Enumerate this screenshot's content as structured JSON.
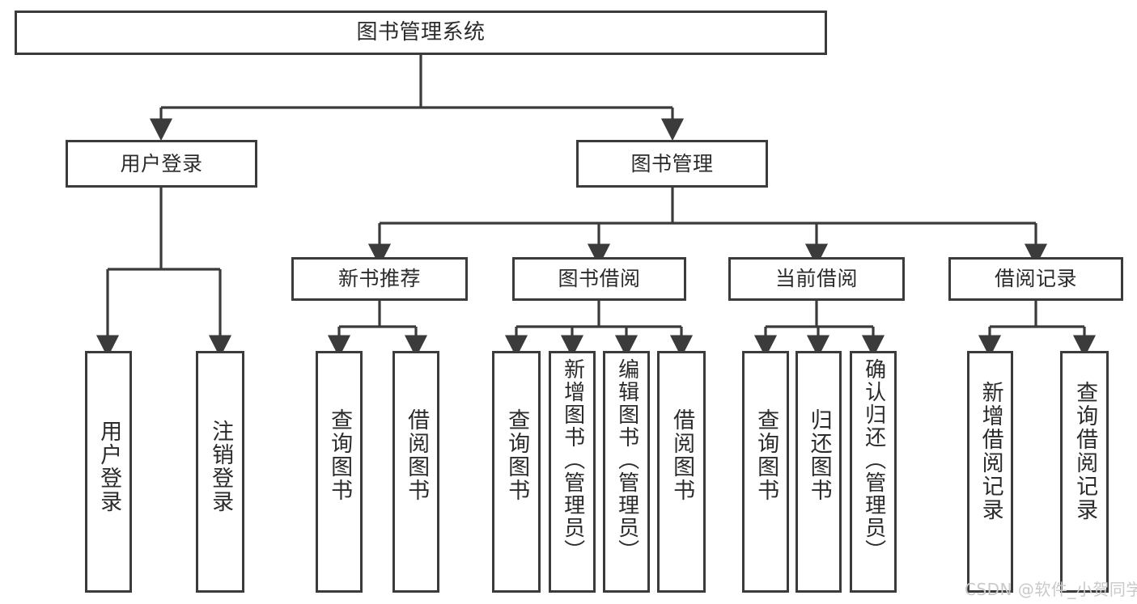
{
  "diagram": {
    "title": "图书管理系统",
    "type": "hierarchy-tree",
    "root": {
      "label": "图书管理系统"
    },
    "level2": [
      {
        "label": "用户登录"
      },
      {
        "label": "图书管理"
      }
    ],
    "level3": [
      {
        "label": "新书推荐"
      },
      {
        "label": "图书借阅"
      },
      {
        "label": "当前借阅"
      },
      {
        "label": "借阅记录"
      }
    ],
    "leaves": {
      "user_login": [
        {
          "label": "用户登录"
        },
        {
          "label": "注销登录"
        }
      ],
      "new_book_recommend": [
        {
          "label": "查询图书"
        },
        {
          "label": "借阅图书"
        }
      ],
      "book_borrow": [
        {
          "label": "查询图书"
        },
        {
          "label": "新增图书（管理员）"
        },
        {
          "label": "编辑图书（管理员）"
        },
        {
          "label": "借阅图书"
        }
      ],
      "current_borrow": [
        {
          "label": "查询图书"
        },
        {
          "label": "归还图书"
        },
        {
          "label": "确认归还（管理员）"
        }
      ],
      "borrow_record": [
        {
          "label": "新增借阅记录"
        },
        {
          "label": "查询借阅记录"
        }
      ]
    }
  },
  "watermark": {
    "text": "CSDN @软件_小贺同学"
  },
  "colors": {
    "line": "#3b3b3b",
    "box_fill": "#ffffff",
    "text": "#2b2b2b",
    "watermark": "#c9c9c9",
    "background": "#ffffff"
  }
}
